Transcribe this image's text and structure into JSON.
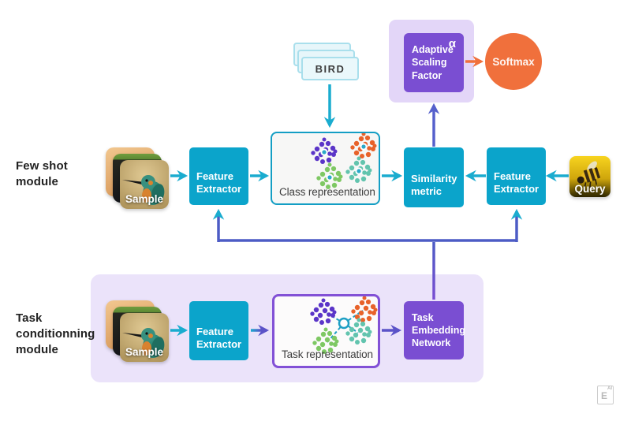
{
  "diagram": {
    "labels": {
      "few_shot_module": "Few shot\nmodule",
      "task_module": "Task\nconditionning\nmodule"
    },
    "bird_card": {
      "label": "BIRD"
    },
    "top_row": {
      "adaptive_scaling_factor": "Adaptive Scaling Factor",
      "alpha_symbol": "α",
      "softmax": "Softmax"
    },
    "few_shot_row": {
      "sample_label": "Sample",
      "feature_extractor_1": "Feature Extractor",
      "class_representation": "Class representation",
      "similarity_metric": "Similarity metric",
      "feature_extractor_2": "Feature Extractor",
      "query_label": "Query"
    },
    "task_row": {
      "sample_label": "Sample",
      "feature_extractor": "Feature Extractor",
      "task_representation": "Task representation",
      "task_embedding_network": "Task Embedding Network"
    },
    "logo": {
      "letter": "E",
      "superscript": "AI"
    },
    "colors": {
      "teal_box": "#0ba4cb",
      "teal_arrow": "#1aaccf",
      "purple_box": "#7a4ed2",
      "purple_container": "#e3d6f8",
      "task_container": "#ebe3fa",
      "indigo_line": "#4d5cc5",
      "orange": "#f0703c",
      "cluster_purple": "#5b35c8",
      "cluster_orange": "#e8622a",
      "cluster_green": "#7ec863",
      "cluster_teal": "#62c4ae"
    }
  }
}
